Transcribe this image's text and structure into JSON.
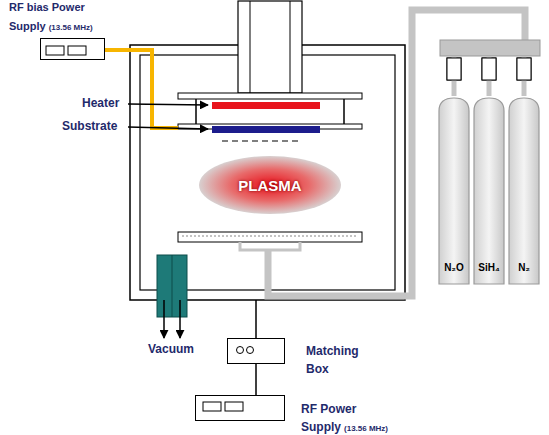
{
  "diagram": {
    "nodes": [
      {
        "text": [
          "RF bias Power Supply",
          "(13.56 MHz)"
        ]
      },
      {
        "text": [
          "PLASMA"
        ]
      },
      {
        "text": [
          "N₂O"
        ]
      },
      {
        "text": [
          "SiH₄"
        ]
      },
      {
        "text": [
          "N₂"
        ]
      },
      {
        "text": [
          "Matching Box"
        ]
      },
      {
        "text": [
          "RF Power Supply",
          "(13.56 MHz)"
        ]
      }
    ],
    "edges": [
      {
        "from": 5,
        "to": 6,
        "arrow": "none"
      }
    ],
    "labels": [
      "Heater",
      "Substrate",
      "Vacuum"
    ]
  }
}
